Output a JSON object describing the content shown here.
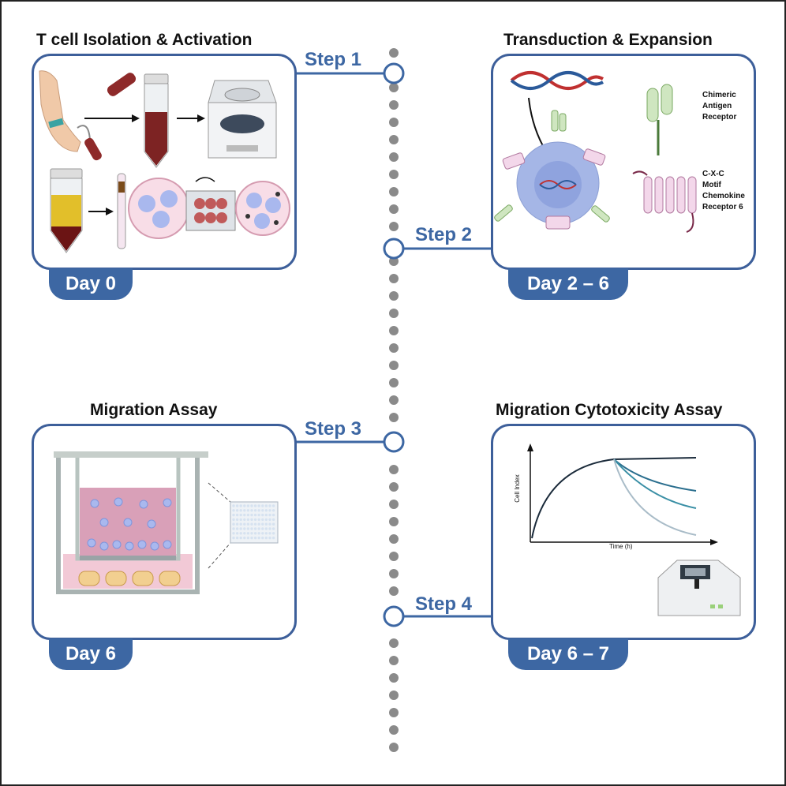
{
  "panels": {
    "p1": {
      "title": "T cell Isolation & Activation",
      "day": "Day 0",
      "step": "Step 1"
    },
    "p2": {
      "title": "Transduction & Expansion",
      "day": "Day 2 – 6",
      "step": "Step 2",
      "legend": {
        "car": [
          "Chimeric",
          "Antigen",
          "Receptor"
        ],
        "cxcr6": [
          "C-X-C",
          "Motif",
          "Chemokine",
          "Receptor 6"
        ]
      }
    },
    "p3": {
      "title": "Migration Assay",
      "day": "Day 6",
      "step": "Step 3"
    },
    "p4": {
      "title": "Migration Cytotoxicity Assay",
      "day": "Day 6 – 7",
      "step": "Step 4",
      "chart": {
        "ylabel": "Cell Index",
        "xlabel": "Time (h)"
      }
    }
  },
  "colors": {
    "accent": "#3d67a3",
    "timeline_dot": "#8a8a8a",
    "frame": "#3d5f9a"
  }
}
